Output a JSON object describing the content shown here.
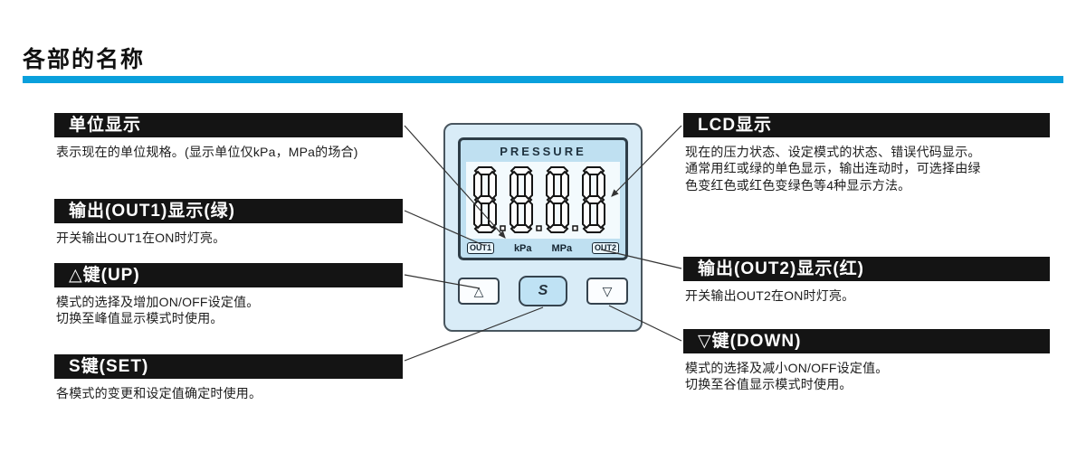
{
  "page": {
    "title": "各部的名称"
  },
  "colors": {
    "accent_blue": "#0aa0dc",
    "label_bar_black": "#141414",
    "device_fill": "#d9ecf7"
  },
  "device": {
    "lcd_title": "PRESSURE",
    "display_value": "8888",
    "footer": {
      "out1": "OUT1",
      "kpa": "kPa",
      "mpa": "MPa",
      "out2": "OUT2"
    },
    "buttons": {
      "up": "△",
      "set": "S",
      "down": "▽"
    }
  },
  "callouts": {
    "left": [
      {
        "title": "单位显示",
        "desc": "表示现在的单位规格。(显示单位仅kPa，MPa的场合)"
      },
      {
        "title": "输出(OUT1)显示(绿)",
        "desc": "开关输出OUT1在ON时灯亮。"
      },
      {
        "title": "△键(UP)",
        "desc": "模式的选择及增加ON/OFF设定值。\n切换至峰值显示模式时使用。"
      },
      {
        "title": "S键(SET)",
        "desc": "各模式的变更和设定值确定时使用。"
      }
    ],
    "right": [
      {
        "title": "LCD显示",
        "desc": "现在的压力状态、设定模式的状态、错误代码显示。\n通常用红或绿的单色显示，输出连动时，可选择由绿\n色变红色或红色变绿色等4种显示方法。"
      },
      {
        "title": "输出(OUT2)显示(红)",
        "desc": "开关输出OUT2在ON时灯亮。"
      },
      {
        "title": "▽键(DOWN)",
        "desc": "模式的选择及减小ON/OFF设定值。\n切换至谷值显示模式时使用。"
      }
    ]
  }
}
